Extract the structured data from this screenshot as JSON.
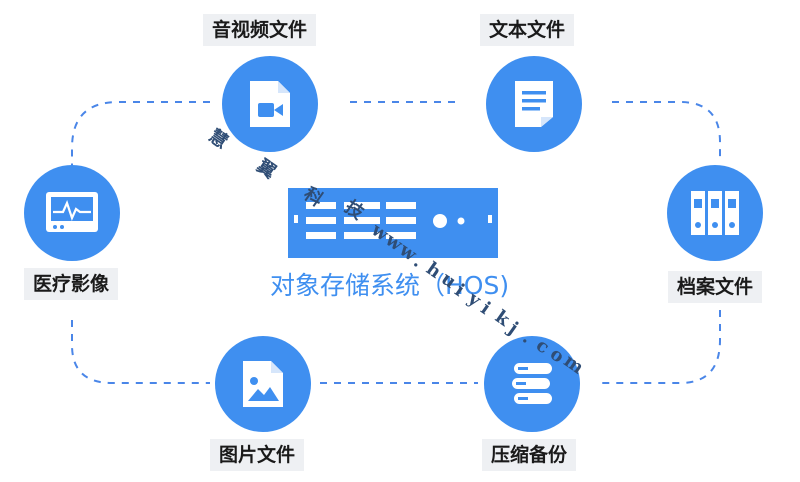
{
  "diagram": {
    "center": {
      "title": "对象存储系统（HOS)"
    },
    "nodes": [
      {
        "id": "audio-video",
        "label": "音视频文件",
        "icon": "video-file-icon"
      },
      {
        "id": "text",
        "label": "文本文件",
        "icon": "text-document-icon"
      },
      {
        "id": "archive",
        "label": "档案文件",
        "icon": "binders-icon"
      },
      {
        "id": "compress",
        "label": "压缩备份",
        "icon": "storage-stack-icon"
      },
      {
        "id": "image",
        "label": "图片文件",
        "icon": "image-file-icon"
      },
      {
        "id": "medical",
        "label": "医疗影像",
        "icon": "monitor-waveform-icon"
      }
    ],
    "watermark": {
      "chars": [
        "慧",
        "翼",
        "科",
        "技"
      ],
      "url_chars": [
        "w",
        "w",
        "w",
        ".",
        "h",
        "u",
        "i",
        "y",
        "i",
        "k",
        "j",
        ".",
        "c",
        "o",
        "m"
      ]
    },
    "colors": {
      "accent": "#3f8ff0",
      "label_bg": "#eef0f3",
      "label_text": "#1a1a1a",
      "watermark": "#2f4d75"
    }
  }
}
